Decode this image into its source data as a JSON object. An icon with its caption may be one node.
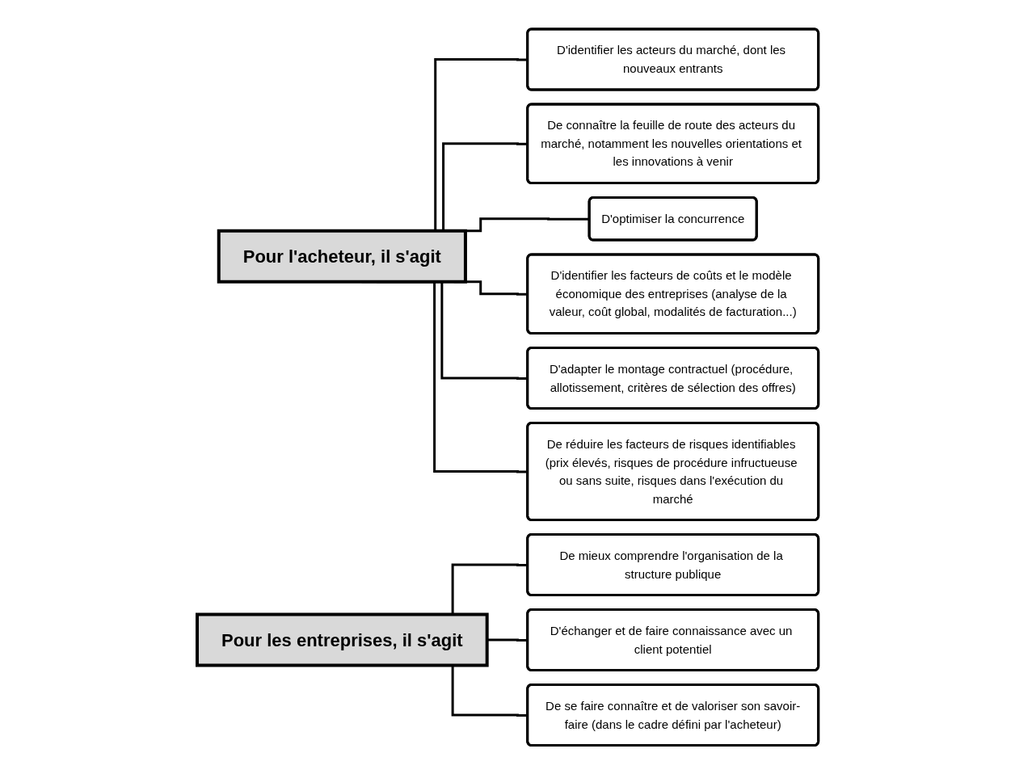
{
  "diagram": {
    "nodes": [
      {
        "text": [
          "Pour l'acheteur, il s'agit"
        ]
      },
      {
        "text": [
          "D'identifier les acteurs du marché, dont les nouveaux entrants"
        ]
      },
      {
        "text": [
          "De connaître la feuille de route des acteurs du marché, notamment les nouvelles orientations et les innovations à venir"
        ]
      },
      {
        "text": [
          "D'optimiser la concurrence"
        ]
      },
      {
        "text": [
          "D'identifier les facteurs de coûts et le modèle économique des entreprises (analyse de la valeur, coût global, modalités de facturation...)"
        ]
      },
      {
        "text": [
          "D'adapter le montage contractuel (procédure, allotissement, critères de sélection des offres)"
        ]
      },
      {
        "text": [
          "De réduire les facteurs de risques identifiables (prix élevés, risques de procédure infructueuse ou sans suite, risques dans l'exécution du marché"
        ]
      },
      {
        "text": [
          "Pour les entreprises, il s'agit"
        ]
      },
      {
        "text": [
          "De mieux comprendre l'organisation de la structure publique"
        ]
      },
      {
        "text": [
          "D'échanger et de faire connaissance avec un client potentiel"
        ]
      },
      {
        "text": [
          "De se faire connaître et de valoriser son savoir-faire (dans le cadre défini par l'acheteur)"
        ]
      }
    ],
    "edges": [
      {
        "from": 0,
        "to": 1,
        "arrow": "none"
      },
      {
        "from": 0,
        "to": 2,
        "arrow": "none"
      },
      {
        "from": 0,
        "to": 3,
        "arrow": "none"
      },
      {
        "from": 0,
        "to": 4,
        "arrow": "none"
      },
      {
        "from": 0,
        "to": 5,
        "arrow": "none"
      },
      {
        "from": 0,
        "to": 6,
        "arrow": "none"
      },
      {
        "from": 7,
        "to": 8,
        "arrow": "none"
      },
      {
        "from": 7,
        "to": 9,
        "arrow": "none"
      },
      {
        "from": 7,
        "to": 10,
        "arrow": "none"
      }
    ]
  }
}
